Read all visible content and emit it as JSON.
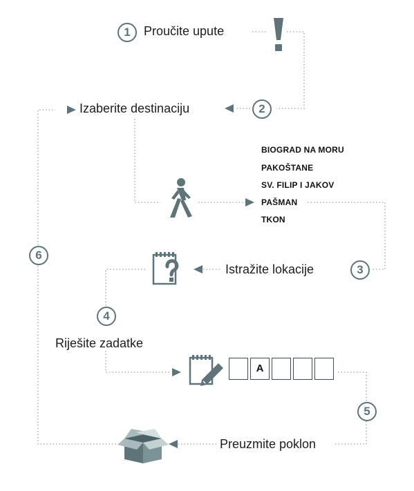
{
  "steps": [
    {
      "num": "1",
      "label": "Proučite upute"
    },
    {
      "num": "2",
      "label": "Izaberite destinaciju"
    },
    {
      "num": "3",
      "label": "Istražite lokacije"
    },
    {
      "num": "4",
      "label": "Riješite zadatke"
    },
    {
      "num": "5",
      "label": "Preuzmite poklon"
    },
    {
      "num": "6",
      "label": ""
    }
  ],
  "destinations": [
    "BIOGRAD NA MORU",
    "PAKOŠTANE",
    "SV. FILIP I JAKOV",
    "PAŠMAN",
    "TKON"
  ],
  "puzzle_boxes": [
    "",
    "A",
    "",
    "",
    "",
    ""
  ],
  "colors": {
    "accent": "#5e7478",
    "text": "#1d1d1d",
    "line": "#9aa5a8"
  },
  "icons": [
    "exclamation-icon",
    "walking-person-icon",
    "clipboard-question-icon",
    "clipboard-pencil-icon",
    "gift-box-icon"
  ]
}
